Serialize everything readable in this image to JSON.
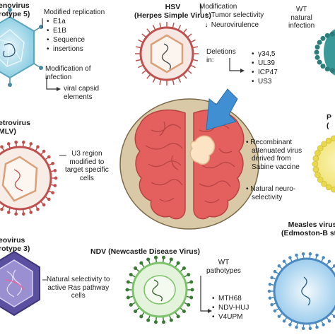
{
  "adenovirus": {
    "title_line1": "enovirus",
    "title_line2": "rotype 5)",
    "items_heading": "Modified replication",
    "items": [
      "E1a",
      "E1B",
      "Sequence",
      "insertions"
    ],
    "infection_line1": "Modification of",
    "infection_line2": "infection",
    "capsid": "viral capsid",
    "capsid_line2": "elements"
  },
  "hsv": {
    "title_line1": "HSV",
    "title_line2": "(Herpes Simple Virus)",
    "modification": "Modification",
    "tumor": "Tumor selectivity",
    "neuro": "Neurovirulence",
    "deletions_line1": "Deletions",
    "deletions_line2": "in:",
    "deletions": [
      "γ34,5",
      "UL39",
      "ICP47",
      "US3"
    ]
  },
  "vaccinia": {
    "line1": "WT",
    "line2": "natural",
    "line3": "infection"
  },
  "retrovirus": {
    "title_line1": "etrovirus",
    "title_line2": "MLV)",
    "text_line1": "U3 region",
    "text_line2": "modified to",
    "text_line3": "target specific",
    "text_line4": "cells"
  },
  "poliovirus": {
    "title_line1": "P",
    "title_line2": "(",
    "items": [
      "Recombinant attenuated virus derived from Sabine vaccine",
      "Natural neuro-selectivity"
    ],
    "item1_line1": "Recombinant",
    "item1_line2": "attenuated virus",
    "item1_line3": "derived from",
    "item1_line4": "Sabine vaccine",
    "item2_line1": "Natural neuro-",
    "item2_line2": "selectivity"
  },
  "reovirus": {
    "title_line1": "eovirus",
    "title_line2": "rotype 3)",
    "text_line1": "Natural selectivity to",
    "text_line2": "active Ras pathway",
    "text_line3": "cells"
  },
  "ndv": {
    "title": "NDV (Newcastle Disease Virus)",
    "wt_line1": "WT",
    "wt_line2": "pathotypes",
    "strains": [
      "MTH68",
      "NDV-HUJ",
      "V4UPM"
    ]
  },
  "measles": {
    "title_line1": "Measles virus",
    "title_line2": "(Edmoston-B stra"
  },
  "colors": {
    "brain_bg": "#d9c9a6",
    "brain": "#e4605f",
    "tumor": "#fbe3c4",
    "arrow": "#3f8fd2",
    "adeno": "#7cc7de",
    "reo": "#5b4fa0",
    "ndv": "#7dc36b",
    "polio": "#f2e35a",
    "measles": "#6fb6e4",
    "vaccinia": "#2c8c8c"
  }
}
